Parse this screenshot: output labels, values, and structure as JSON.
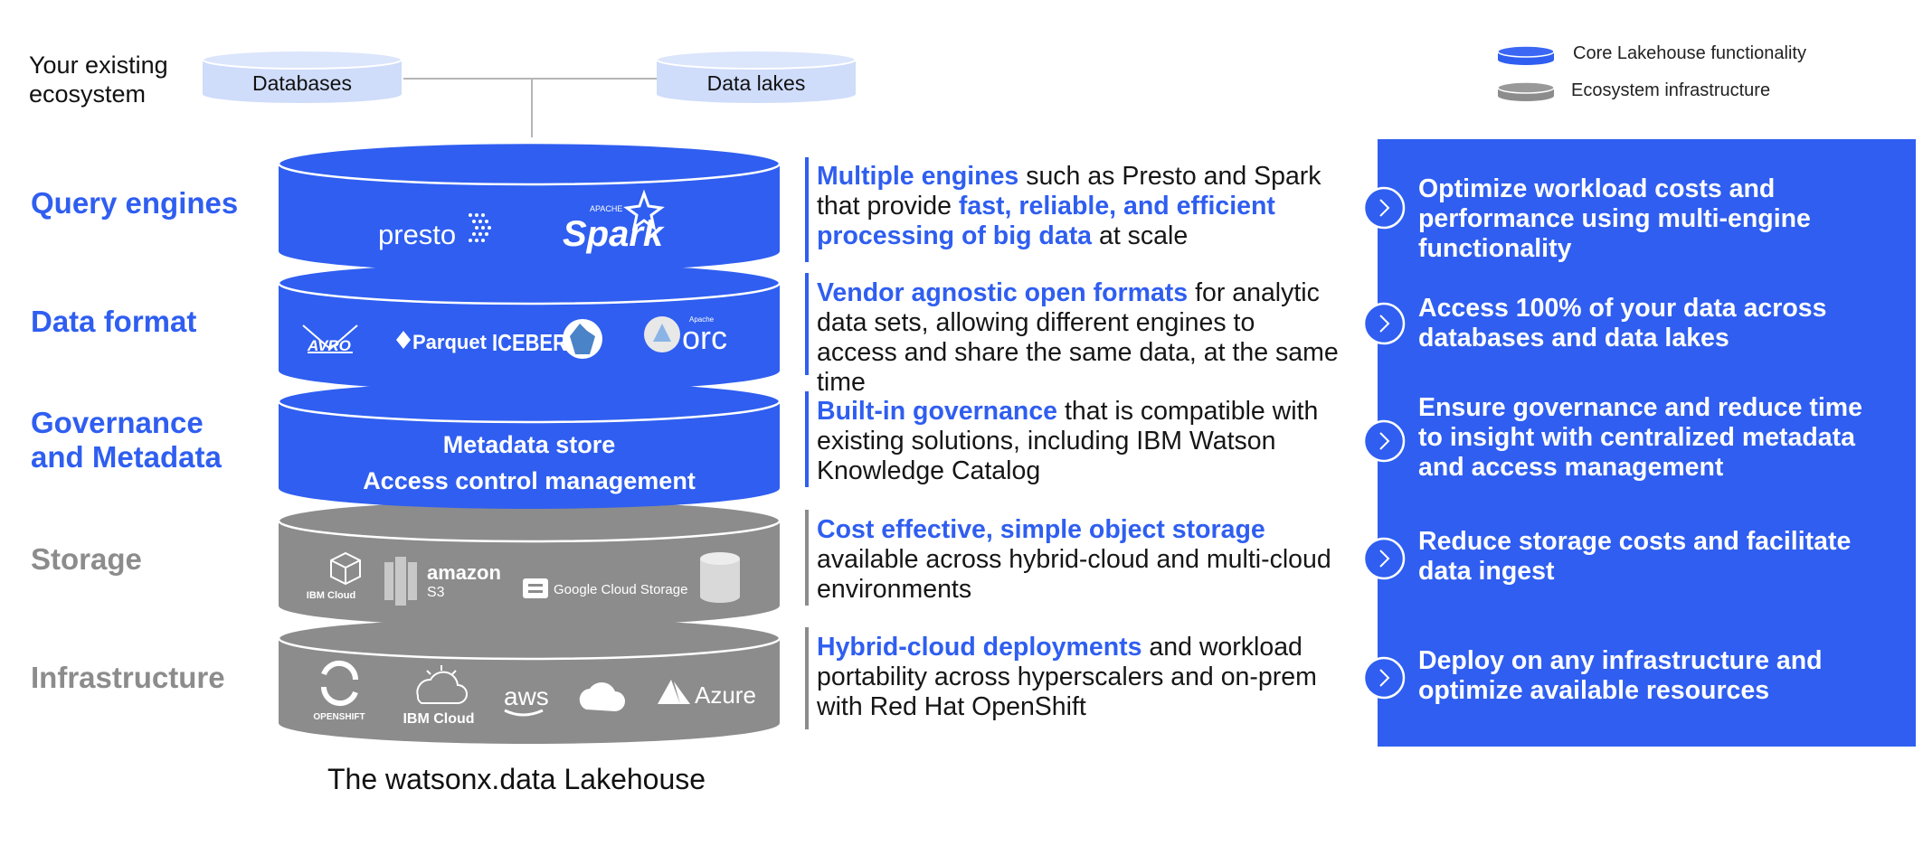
{
  "colors": {
    "core": "#2f5ef0",
    "core_top": "#3b67f4",
    "ecosystem": "#8c8c8c",
    "ecosystem_top": "#999999",
    "ecosystem_db": "#cfdcfa"
  },
  "ecosystem": {
    "label": "Your existing ecosystem",
    "databases": "Databases",
    "data_lakes": "Data lakes"
  },
  "legend": {
    "core": "Core Lakehouse functionality",
    "infra": "Ecosystem infrastructure"
  },
  "layers": [
    {
      "label": "Query engines",
      "logos": [
        "presto",
        "Spark"
      ],
      "logo_sup": "APACHE"
    },
    {
      "label": "Data format",
      "logos": [
        "AVRO",
        "Parquet",
        "ICEBERG",
        "orc"
      ],
      "logo_sup": "Apache"
    },
    {
      "label": "Governance and Metadata",
      "label_line1": "Governance",
      "label_line2": "and Metadata",
      "lines": [
        "Metadata store",
        "Access control management"
      ]
    },
    {
      "label": "Storage",
      "logos": [
        "IBM Cloud",
        "amazon",
        "S3",
        "Google Cloud Storage"
      ]
    },
    {
      "label": "Infrastructure",
      "logos": [
        "OPENSHIFT",
        "IBM Cloud",
        "aws",
        "Azure"
      ]
    }
  ],
  "descriptions": [
    {
      "hl1": "Multiple engines",
      "t1": " such as Presto and Spark that provide ",
      "hl2": "fast, reliable, and efficient processing of big data",
      "t2": " at scale"
    },
    {
      "hl1": "Vendor agnostic open formats",
      "t1": " for analytic data sets, allowing different engines to access and share the same data, at the same time"
    },
    {
      "hl1": "Built-in governance",
      "t1": " that is compatible with existing solutions, including IBM Watson Knowledge Catalog"
    },
    {
      "hl1": "Cost effective, simple object storage",
      "t1": " available across hybrid-cloud and multi-cloud environments"
    },
    {
      "hl1": "Hybrid-cloud deployments",
      "t1": " and workload portability across hyperscalers and on-prem with Red Hat OpenShift"
    }
  ],
  "benefits": [
    "Optimize workload costs and performance using multi-engine functionality",
    "Access 100% of your data across databases and data lakes",
    "Ensure governance and reduce time to insight with centralized metadata and access management",
    "Reduce storage costs and facilitate data ingest",
    "Deploy on any infrastructure and optimize available resources"
  ],
  "caption": "The watsonx.data Lakehouse"
}
